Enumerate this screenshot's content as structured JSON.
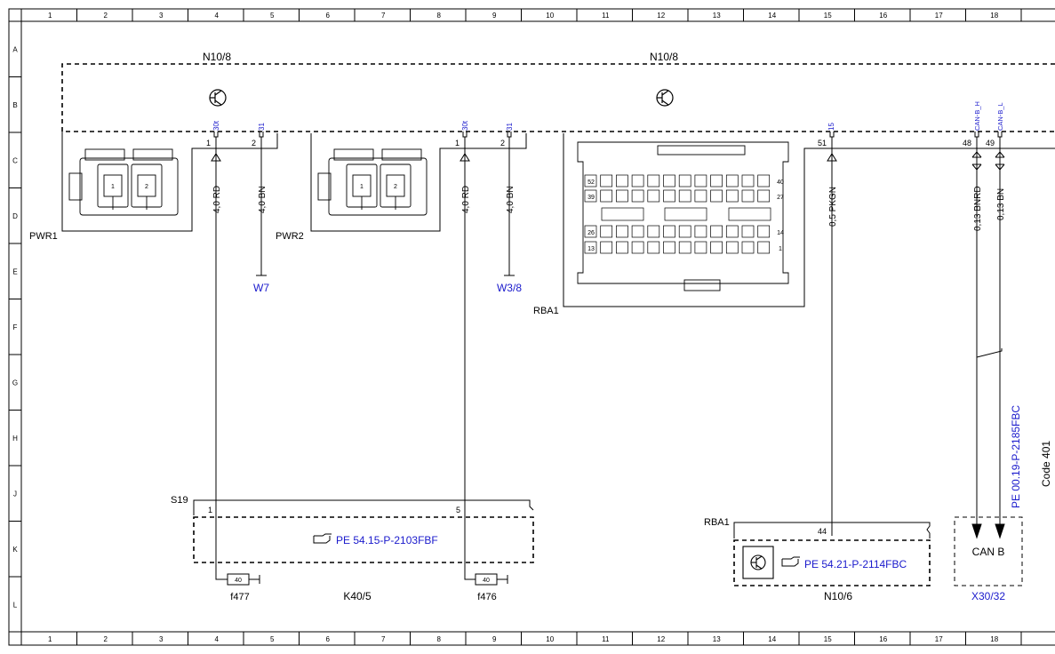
{
  "columns": [
    "1",
    "2",
    "3",
    "4",
    "5",
    "6",
    "7",
    "8",
    "9",
    "10",
    "11",
    "12",
    "13",
    "14",
    "15",
    "16",
    "17",
    "18"
  ],
  "rows": [
    "A",
    "B",
    "C",
    "D",
    "E",
    "F",
    "G",
    "H",
    "J",
    "K",
    "L"
  ],
  "components": {
    "n10_8_left": "N10/8",
    "n10_8_right": "N10/8",
    "pwr1": "PWR1",
    "pwr2": "PWR2",
    "rba1_upper": "RBA1",
    "rba1_lower": "RBA1",
    "s19": "S19",
    "k40_5": "K40/5",
    "n10_6": "N10/6",
    "x30_32": "X30/32",
    "can_b": "CAN B",
    "code_partial": "Code 401"
  },
  "terminals": {
    "t30t_a": "30t",
    "t31_a": "31",
    "t30t_b": "30t",
    "t31_b": "31",
    "t15": "15",
    "can_h": "CAN-B_H",
    "can_l": "CAN-B_L"
  },
  "pins": {
    "p1_a": "1",
    "p2_a": "2",
    "p1_b": "1",
    "p2_b": "2",
    "p51": "51",
    "p48": "48",
    "p49": "49",
    "s19_1": "1",
    "s19_5": "5",
    "rba1_44": "44",
    "conn_1": "1",
    "conn_2": "2",
    "rba_52": "52",
    "rba_39": "39",
    "rba_26": "26",
    "rba_13": "13",
    "rba_40": "40",
    "rba_27": "27",
    "rba_14": "14",
    "rba_1": "1"
  },
  "wires": {
    "w1": "4,0 RD",
    "w2": "4,0 BN",
    "w3": "4,0 RD",
    "w4": "4,0 BN",
    "w5": "0,5 PKGN",
    "w6": "0,13 BNRD",
    "w7": "0,13 BN"
  },
  "grounds": {
    "g1": "W7",
    "g2": "W3/8"
  },
  "fuses": {
    "f477": "f477",
    "f476": "f476",
    "f477_rating": "40",
    "f476_rating": "40"
  },
  "references": {
    "pe_k40": "PE 54.15-P-2103FBF",
    "pe_n10_6": "PE 54.21-P-2114FBC",
    "pe_can": "PE 00.19-P-2185FBC"
  },
  "colors": {
    "line": "#000000",
    "link": "#1a1acc",
    "background": "#ffffff"
  }
}
